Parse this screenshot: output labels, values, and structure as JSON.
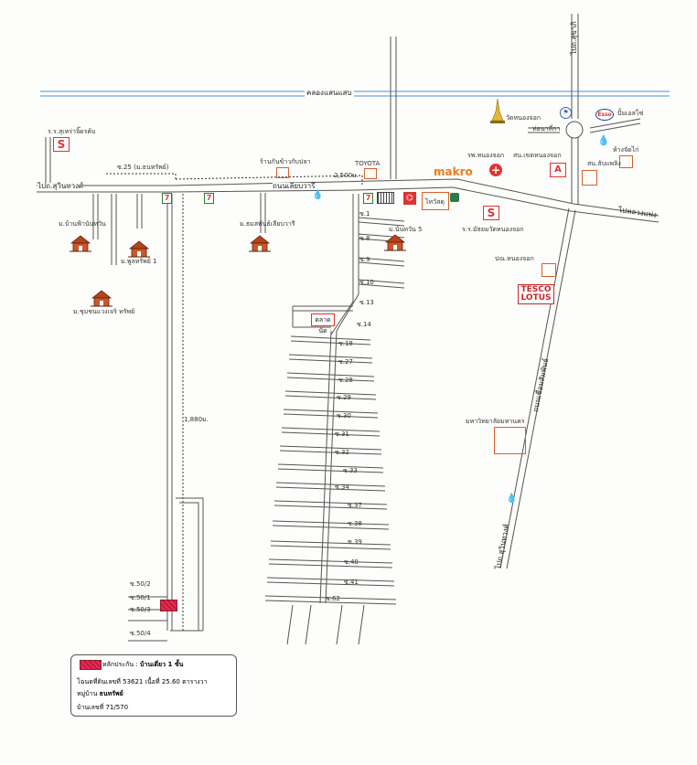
{
  "roads": {
    "canal": "คลองแสนแสบ",
    "suwinthawong": "ไปถ.สุวินทวงศ์",
    "liap_wari": "ถนนเลียบวารี",
    "luang_phaeng": "ไปหลวงแพ่ง",
    "suwinthawong_bottom": "ไปถ.สุวินทวงศ์",
    "chueam_samphan": "ถนนเชื่อมสัมพันธ์",
    "to_sukhaphiban": "ไปถ.สุขาภิ"
  },
  "distances": {
    "d2500": "2,500ม.",
    "d1880": "1,880ม."
  },
  "landmarks": {
    "school_left": "ร.ร.สุเหร่าจิ๊ดรค้บ",
    "soi25": "ซ.25 (ม.ธนทรัพย์)",
    "restaurant": "ร้านกันข้าวกับปลา",
    "toyota": "TOYOTA",
    "makro": "makro",
    "wat": "วัดหนองจอก",
    "police": "ท่อนาที่กา",
    "esso": "ปั้มเอสโซ่",
    "hospital": "รพ.หนองจอก",
    "district_office": "สน.เขตหนองจอก",
    "market": "ห้างจัดไก่",
    "police_station": "สน.ลับแพลิง",
    "school_right": "ร.ร.มัธยมวัดหนองจอก",
    "post_office": "ปณ.หนองจอก",
    "lotus": "TESCO LOTUS",
    "university": "มหาวิทยาลัยมหานคร",
    "v_thai": "ไทวัสดุ"
  },
  "villages": {
    "ban_fa": "ม.บ้านฟ้านันทวัน",
    "phuphon": "ม.พูลทรัพย์ 1",
    "chumchon": "ม.ชุมชนแวงเจริ ทรัพย์",
    "thammaphan": "ม.ธมสพันธ์เลียบวารี",
    "nanthawan5": "ม.นันทวัน 5",
    "market_small": "ตลาดนัด"
  },
  "sois": [
    "ซ.1",
    "ซ.8",
    "ซ.9",
    "ซ.10",
    "ซ.13",
    "ซ.14",
    "ซ.18",
    "ซ.27",
    "ซ.28",
    "ซ.29",
    "ซ.30",
    "ซ.31",
    "ซ.32",
    "ซ.33",
    "ซ.34",
    "ซ.37",
    "ซ.38",
    "ซ.39",
    "ซ.40",
    "ซ.41",
    "ซ.62"
  ],
  "small_sois": [
    "ซ.50/2",
    "ซ.50/1",
    "ซ.50/3",
    "ซ.50/4"
  ],
  "legend": {
    "pledge": "หลักประกัน :",
    "type": "บ้านเดี่ยว 1 ชั้น",
    "deed": "โฉนดที่ดินเลขที่ 53621 เนื้อที่ 25.60 ตารางวา",
    "village_prefix": "หมู่บ้าน",
    "village": "ธนทรัพย์",
    "house_no": "บ้านเลขที่ 71/570"
  },
  "colors": {
    "canal": "#4a90d9",
    "road": "#555555",
    "marker": "#d95f2a",
    "house": "#b5441b",
    "lotus": "#c62828"
  }
}
